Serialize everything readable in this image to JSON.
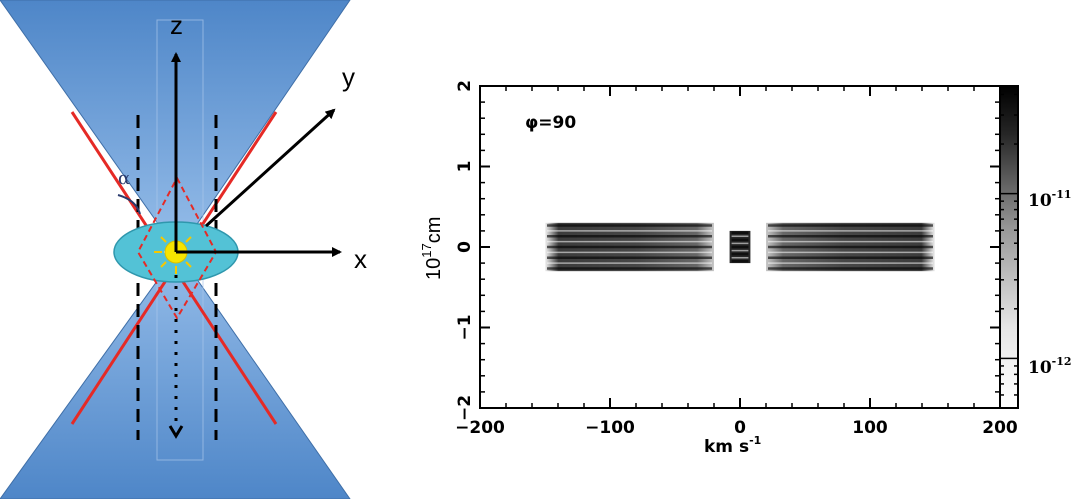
{
  "schematic": {
    "axis_z": "z",
    "axis_y": "y",
    "axis_x": "x",
    "angle_label": "α",
    "colors": {
      "cone": "#5b8fcc",
      "disk": "#53c2d6",
      "star": "#f6e400",
      "lines": "#e52a26"
    }
  },
  "chart": {
    "annotation": "φ=90",
    "x_label": "km s",
    "x_label_exp": "-1",
    "y_label": "cm",
    "y_label_prefix": "10",
    "y_label_exp": "17",
    "colorbar_labels": [
      {
        "base": "10",
        "exp": "-11"
      },
      {
        "base": "10",
        "exp": "-12"
      }
    ]
  },
  "chart_data": {
    "type": "heatmap",
    "xlim": [
      -200,
      200
    ],
    "ylim": [
      -2,
      2
    ],
    "x_ticks": [
      -200,
      -100,
      0,
      100,
      200
    ],
    "y_ticks": [
      -2,
      -1,
      0,
      1,
      2
    ],
    "x_tick_labels": [
      "−200",
      "−100",
      "0",
      "100",
      "200"
    ],
    "y_tick_labels": [
      "−2",
      "−1",
      "0",
      "1",
      "2"
    ],
    "colorbar_ticks": [
      1e-11,
      1e-12
    ],
    "colorbar_range": [
      5e-13,
      4.5e-11
    ],
    "colorbar_scale": "log",
    "emission_regions": [
      {
        "v_min": -150,
        "v_max": -20,
        "y_min": -0.3,
        "y_max": 0.3
      },
      {
        "v_min": -8,
        "v_max": 8,
        "y_min": -0.2,
        "y_max": 0.2
      },
      {
        "v_min": 20,
        "v_max": 150,
        "y_min": -0.3,
        "y_max": 0.3
      }
    ],
    "grid": false
  }
}
